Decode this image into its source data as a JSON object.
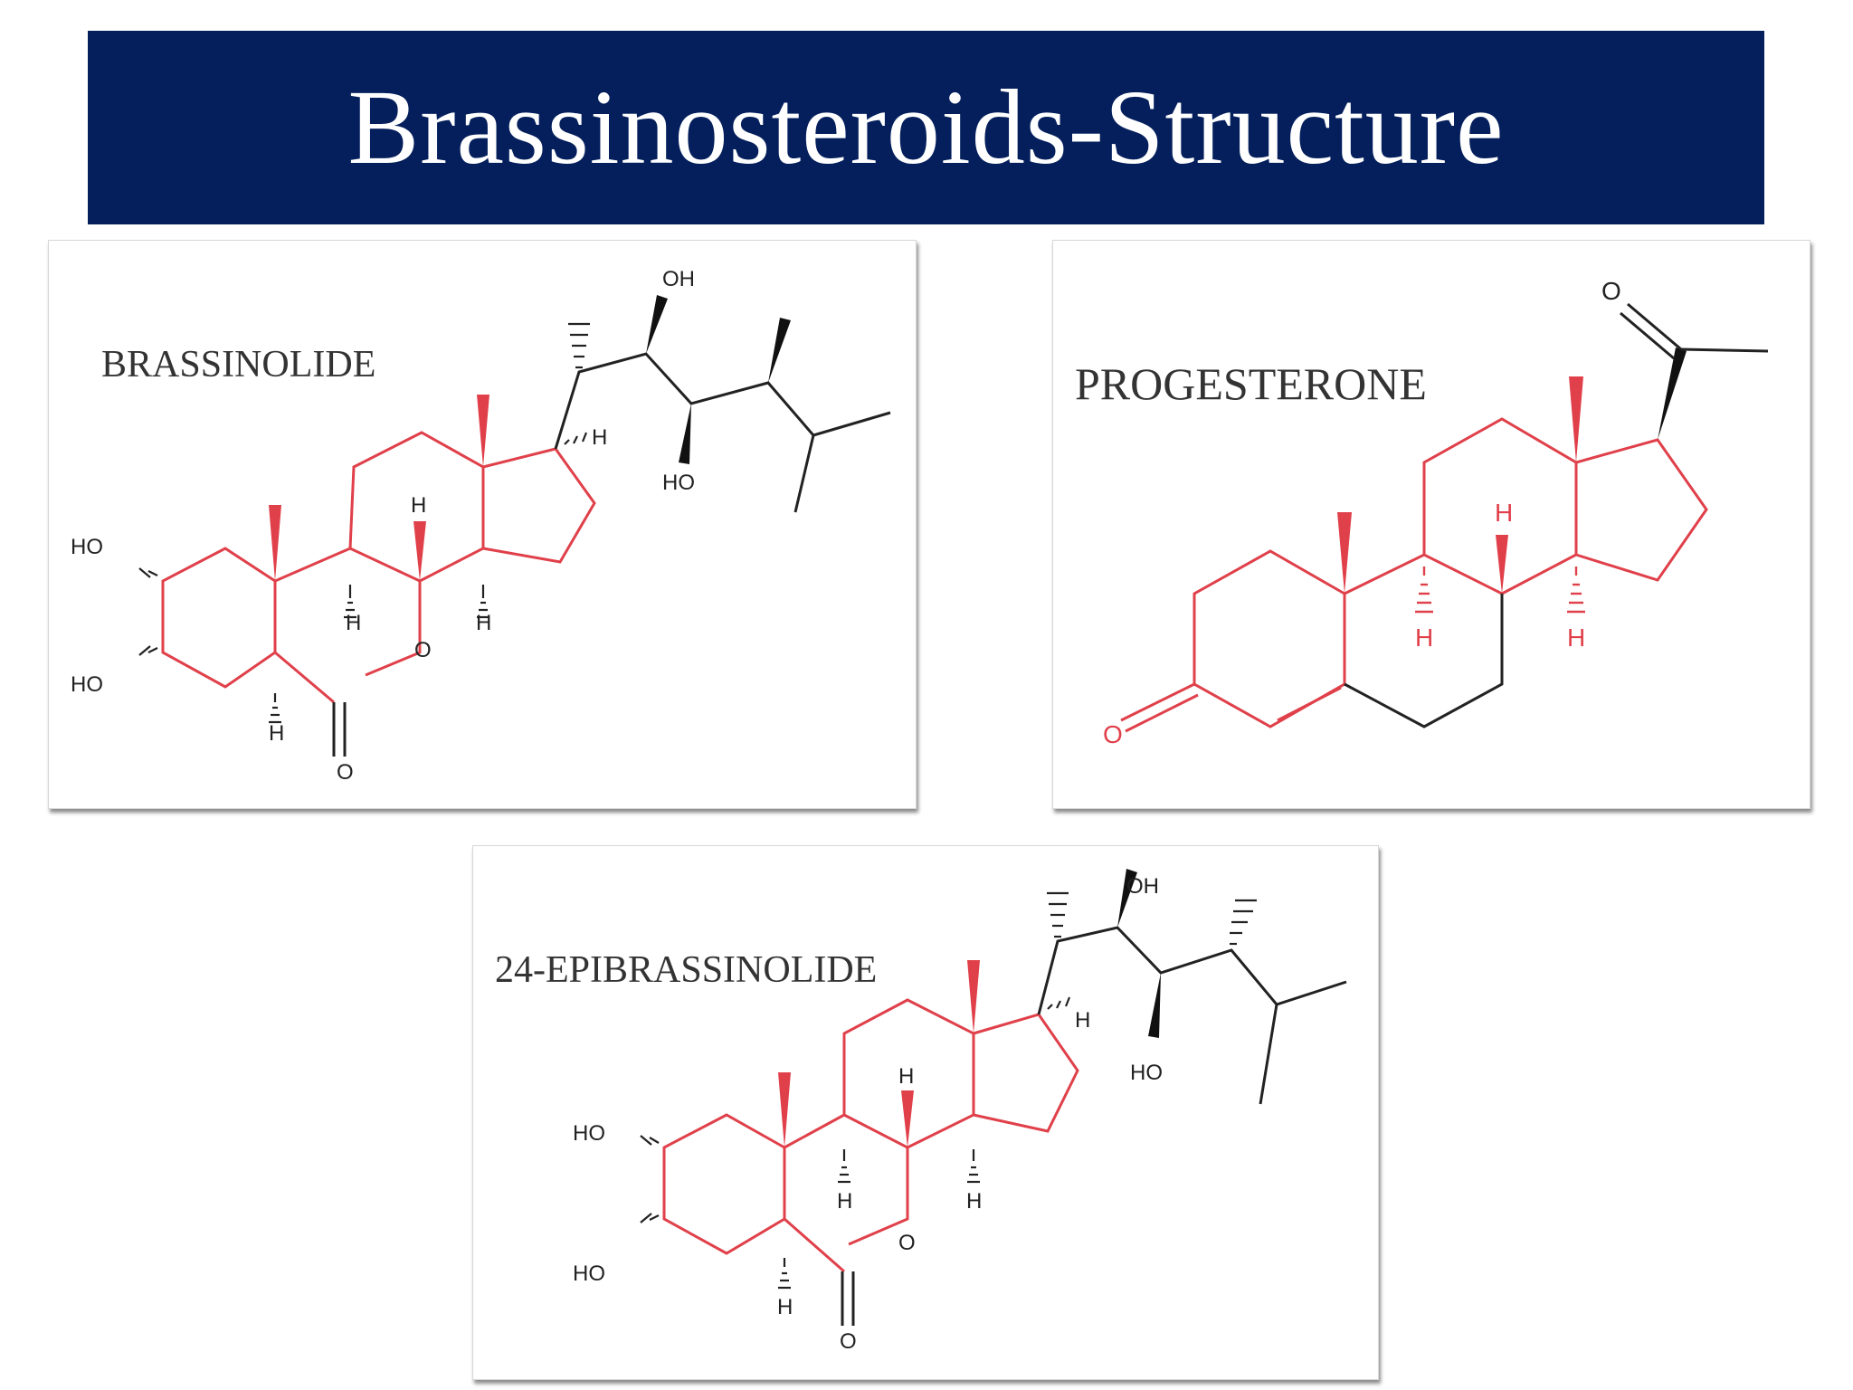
{
  "title": "Brassinosteroids-Structure",
  "colors": {
    "title_background": "#041f5c",
    "title_text": "#ffffff",
    "steroid_core": "#e0404a",
    "side_chain": "#222222"
  },
  "molecules": [
    {
      "name": "BRASSINOLIDE",
      "labels": [
        "OH",
        "H",
        "HO",
        "HO",
        "HO",
        "H",
        "H",
        "H",
        "H",
        "O",
        "O"
      ]
    },
    {
      "name": "PROGESTERONE",
      "labels": [
        "O",
        "H",
        "H",
        "H",
        "O"
      ]
    },
    {
      "name": "24-EPIBRASSINOLIDE",
      "labels": [
        "OH",
        "H",
        "HO",
        "HO",
        "HO",
        "H",
        "H",
        "H",
        "H",
        "O",
        "O"
      ]
    }
  ]
}
